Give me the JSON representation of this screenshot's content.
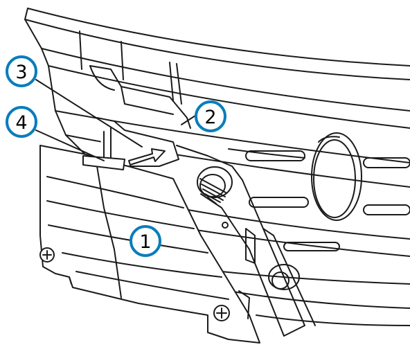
{
  "callouts": [
    {
      "id": "c1",
      "label": "1"
    },
    {
      "id": "c2",
      "label": "2"
    },
    {
      "id": "c3",
      "label": "3"
    },
    {
      "id": "c4",
      "label": "4"
    }
  ],
  "colors": {
    "line": "#1a1a1a",
    "fill": "#ffffff",
    "shade": "#d9d9d9",
    "callout_stroke": "#0a7dbb"
  }
}
